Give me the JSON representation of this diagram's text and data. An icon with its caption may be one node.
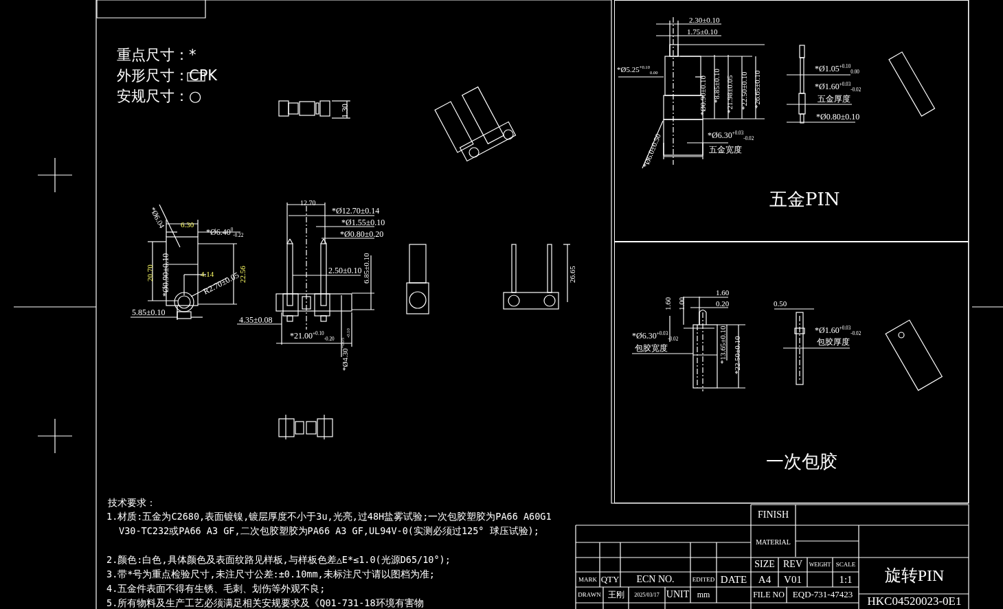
{
  "diagram": {
    "nodes": [
      {
        "text": [
          "五金PIN"
        ]
      },
      {
        "text": [
          "一次包胶"
        ]
      }
    ],
    "labels": [
      "重点尺寸：*",
      "外形尺寸：CPK",
      "安规尺寸：○",
      "1.30",
      "*Ø6.04",
      "6.30",
      "*Ø6.40$^{0}$$_{-0.22}$",
      "20.70",
      "*Ø0.90±0.10",
      "4.14",
      "R2.70±0.05",
      "22.56",
      "5.85±0.10",
      "12.70",
      "*Ø12.70±0.14",
      "*Ø1.55±0.10",
      "*Ø0.80±0.20",
      "2.50±0.10",
      "6.85±0.10",
      "4.35±0.08",
      "*21.00$^{+0.10}$$_{-0.20}$",
      "*Ø4.30$^{+0.05}$$_{-0.10}$",
      "26.65",
      "2.30±0.10",
      "1.75±0.10",
      "*Ø5.25$^{+0.10}$$_{0.00}$",
      "*Ø0.90±0.10",
      "*8.85±0.10",
      "*21.98±0.05",
      "*22.50±0.10",
      "*26.65±0.10",
      "*Ø6.30$^{+0.03}$$_{-0.02}$",
      "五金宽度",
      "*Ø6.0±0.50",
      "*Ø1.05$^{+0.10}$$_{0.00}$",
      "*Ø1.60$^{+0.03}$$_{-0.02}$",
      "五金厚度",
      "*Ø0.80±0.10",
      "1.60",
      "1.60",
      "1.00",
      "0.20",
      "*Ø6.30$^{+0.03}$$_{-0.02}$",
      "包胶宽度",
      "*13.65±0.10",
      "*22.50±0.10",
      "0.50",
      "*Ø1.60$^{+0.03}$$_{-0.02}$",
      "包胶厚度",
      "技术要求：",
      "1.材质:五金为C2680,表面镀镍,镀层厚度不小于3u,光亮,过48H盐雾试验;一次包胶塑胶为PA66 A60G1 V30-TC232或PA66 A3 GF,二次包胶塑胶为PA66 A3 GF,UL94V-0(实测必须过125° 球压试验);",
      "2.颜色:白色,具体颜色及表面纹路见样板,与样板色差△E*≤1.0(光源D65/10°);",
      "3.带*号为重点检验尺寸,未注尺寸公差:±0.10mm,未标注尺寸请以图档为准;",
      "4.五金件表面不得有生锈、毛刺、划伤等外观不良;",
      "5.所有物料及生产工艺必须满足相关安规要求及《Q01-731-18环境有害物",
      "FINISH",
      "MATERIAL",
      "SIZE",
      "REV",
      "WEIGHT",
      "SCALE",
      "旋转PIN",
      "MARK",
      "QTY",
      "ECN NO.",
      "EDITED",
      "DATE",
      "A4",
      "V01",
      "1:1",
      "DRAWN",
      "王刚",
      "2025/03/17",
      "UNIT",
      "mm",
      "FILE NO",
      "EQD-731-47423",
      "HKC04520023-0E1"
    ]
  }
}
